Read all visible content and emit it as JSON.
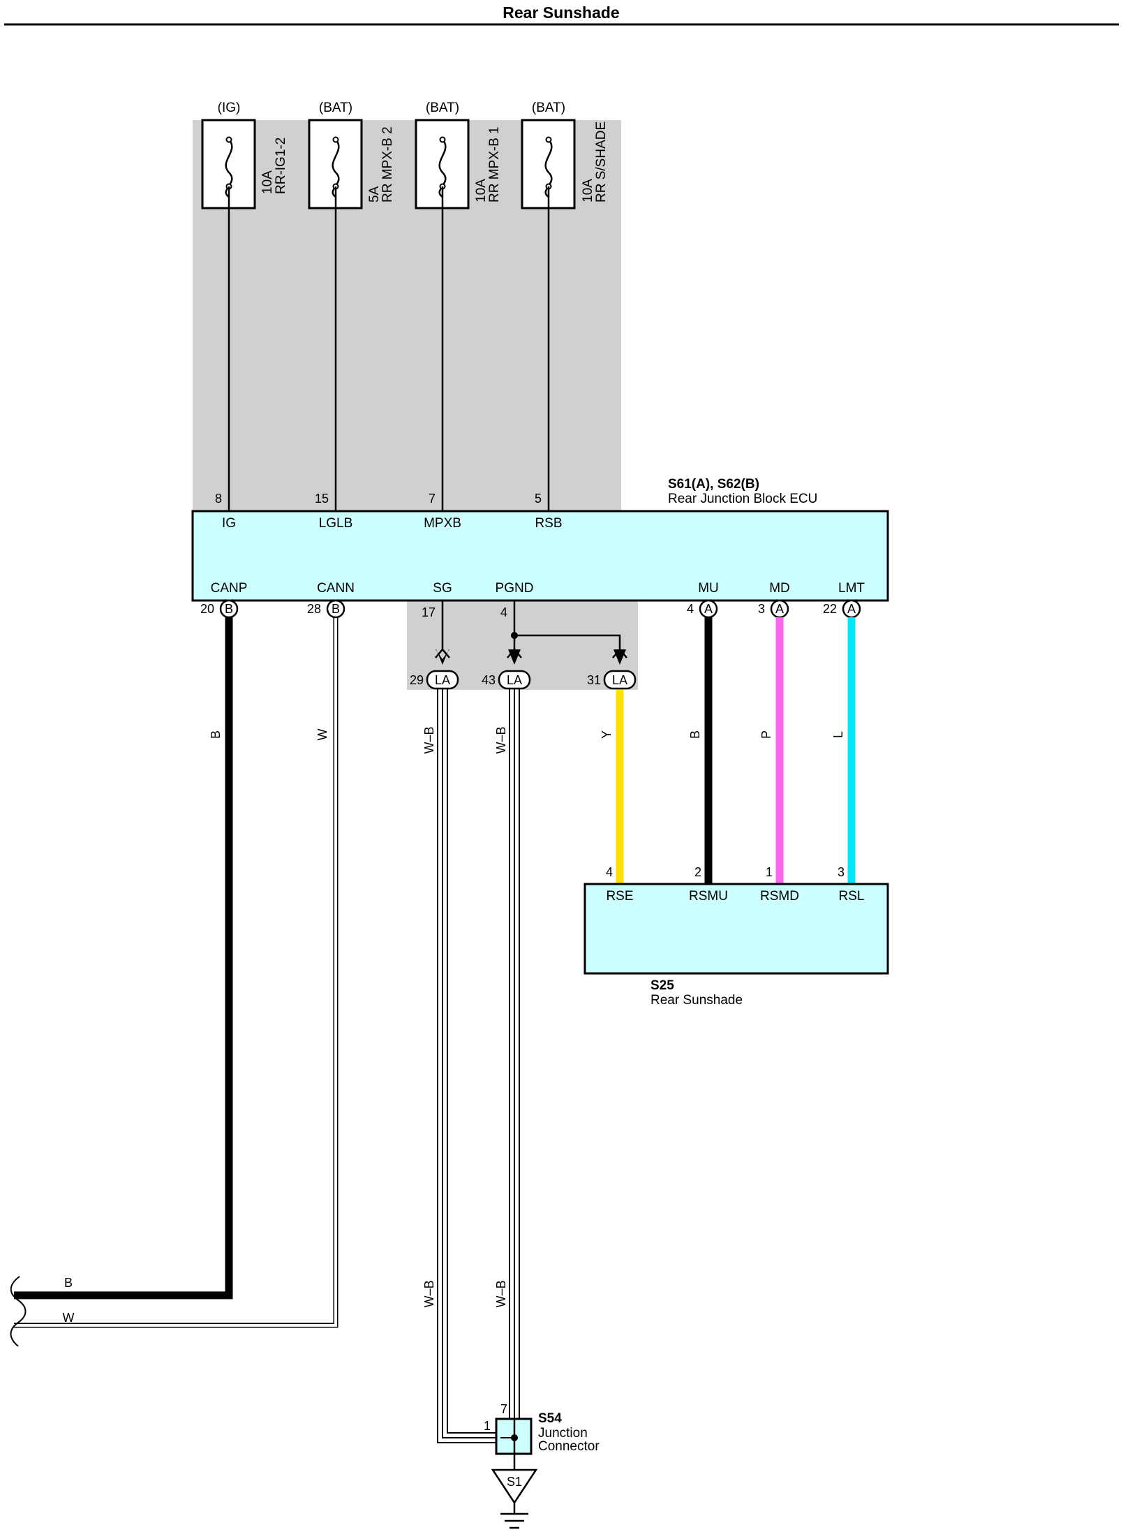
{
  "title": "Rear Sunshade",
  "colors": {
    "shade": "#d0d0d0",
    "component_fill": "#ccffff",
    "wire_black": "#000000",
    "wire_yellow": "#ffe000",
    "wire_pink": "#ff66ee",
    "wire_cyan": "#00e8ff"
  },
  "fuses": [
    {
      "supply": "(IG)",
      "rating": "10A",
      "name": "RR-IG1-2",
      "pin": "8",
      "terminal": "IG"
    },
    {
      "supply": "(BAT)",
      "rating": "5A",
      "name": "RR MPX-B 2",
      "pin": "15",
      "terminal": "LGLB"
    },
    {
      "supply": "(BAT)",
      "rating": "10A",
      "name": "RR MPX-B 1",
      "pin": "7",
      "terminal": "MPXB"
    },
    {
      "supply": "(BAT)",
      "rating": "10A",
      "name": "RR S/SHADE",
      "pin": "5",
      "terminal": "RSB"
    }
  ],
  "ecu": {
    "code": "S61(A), S62(B)",
    "name": "Rear Junction Block ECU",
    "bottom_terminals": [
      {
        "name": "CANP",
        "pin": "20",
        "conn": "B"
      },
      {
        "name": "CANN",
        "pin": "28",
        "conn": "B"
      },
      {
        "name": "SG",
        "pin": "17"
      },
      {
        "name": "PGND",
        "pin": "4"
      },
      {
        "name": "MU",
        "pin": "4",
        "conn": "A"
      },
      {
        "name": "MD",
        "pin": "3",
        "conn": "A"
      },
      {
        "name": "LMT",
        "pin": "22",
        "conn": "A"
      }
    ]
  },
  "la_connectors": [
    {
      "pin": "29",
      "label": "LA"
    },
    {
      "pin": "43",
      "label": "LA"
    },
    {
      "pin": "31",
      "label": "LA"
    }
  ],
  "wires": {
    "canp": "B",
    "cann": "W",
    "sg": "W–B",
    "pgnd": "W–B",
    "rse": "Y",
    "mu": "B",
    "md": "P",
    "lmt": "L",
    "lower_sg": "W–B",
    "lower_pgnd": "W–B",
    "exit_b": "B",
    "exit_w": "W"
  },
  "sunshade": {
    "code": "S25",
    "name": "Rear Sunshade",
    "terminals": [
      {
        "name": "RSE",
        "pin": "4"
      },
      {
        "name": "RSMU",
        "pin": "2"
      },
      {
        "name": "RSMD",
        "pin": "1"
      },
      {
        "name": "RSL",
        "pin": "3"
      }
    ]
  },
  "junction": {
    "code": "S54",
    "name_line1": "Junction",
    "name_line2": "Connector",
    "pin_top": "7",
    "pin_left": "1"
  },
  "ground": {
    "label": "S1"
  }
}
